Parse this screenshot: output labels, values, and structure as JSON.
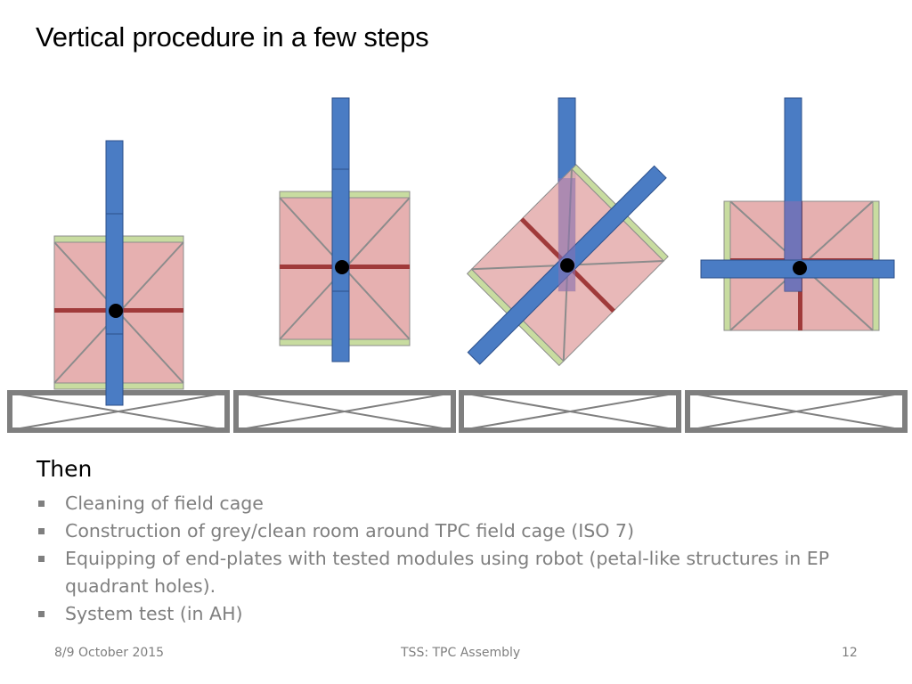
{
  "slide": {
    "title": "Vertical procedure in a few steps",
    "section_heading": "Then",
    "bullets": [
      "Cleaning of field cage",
      "Construction of grey/clean room around TPC field cage (ISO 7)",
      "Equipping of end-plates with tested modules using robot (petal-like structures in EP quadrant holes).",
      "System test (in AH)"
    ],
    "footer": {
      "date": "8/9 October 2015",
      "center": "TSS: TPC Assembly",
      "page_number": "12"
    }
  },
  "colors": {
    "cage_fill": "#e6b0b0",
    "cage_stroke": "#8c8c8c",
    "endplate": "#c8dca0",
    "support_bar": "#a03a3a",
    "shaft": "#4a7cc4",
    "shaft_stroke": "#2c4f8a",
    "pivot": "#000000",
    "stand": "#7f7f7f"
  },
  "diagram": {
    "steps": [
      {
        "rotation_deg": 0
      },
      {
        "rotation_deg": 0
      },
      {
        "rotation_deg": 45
      },
      {
        "rotation_deg": 90
      }
    ]
  }
}
